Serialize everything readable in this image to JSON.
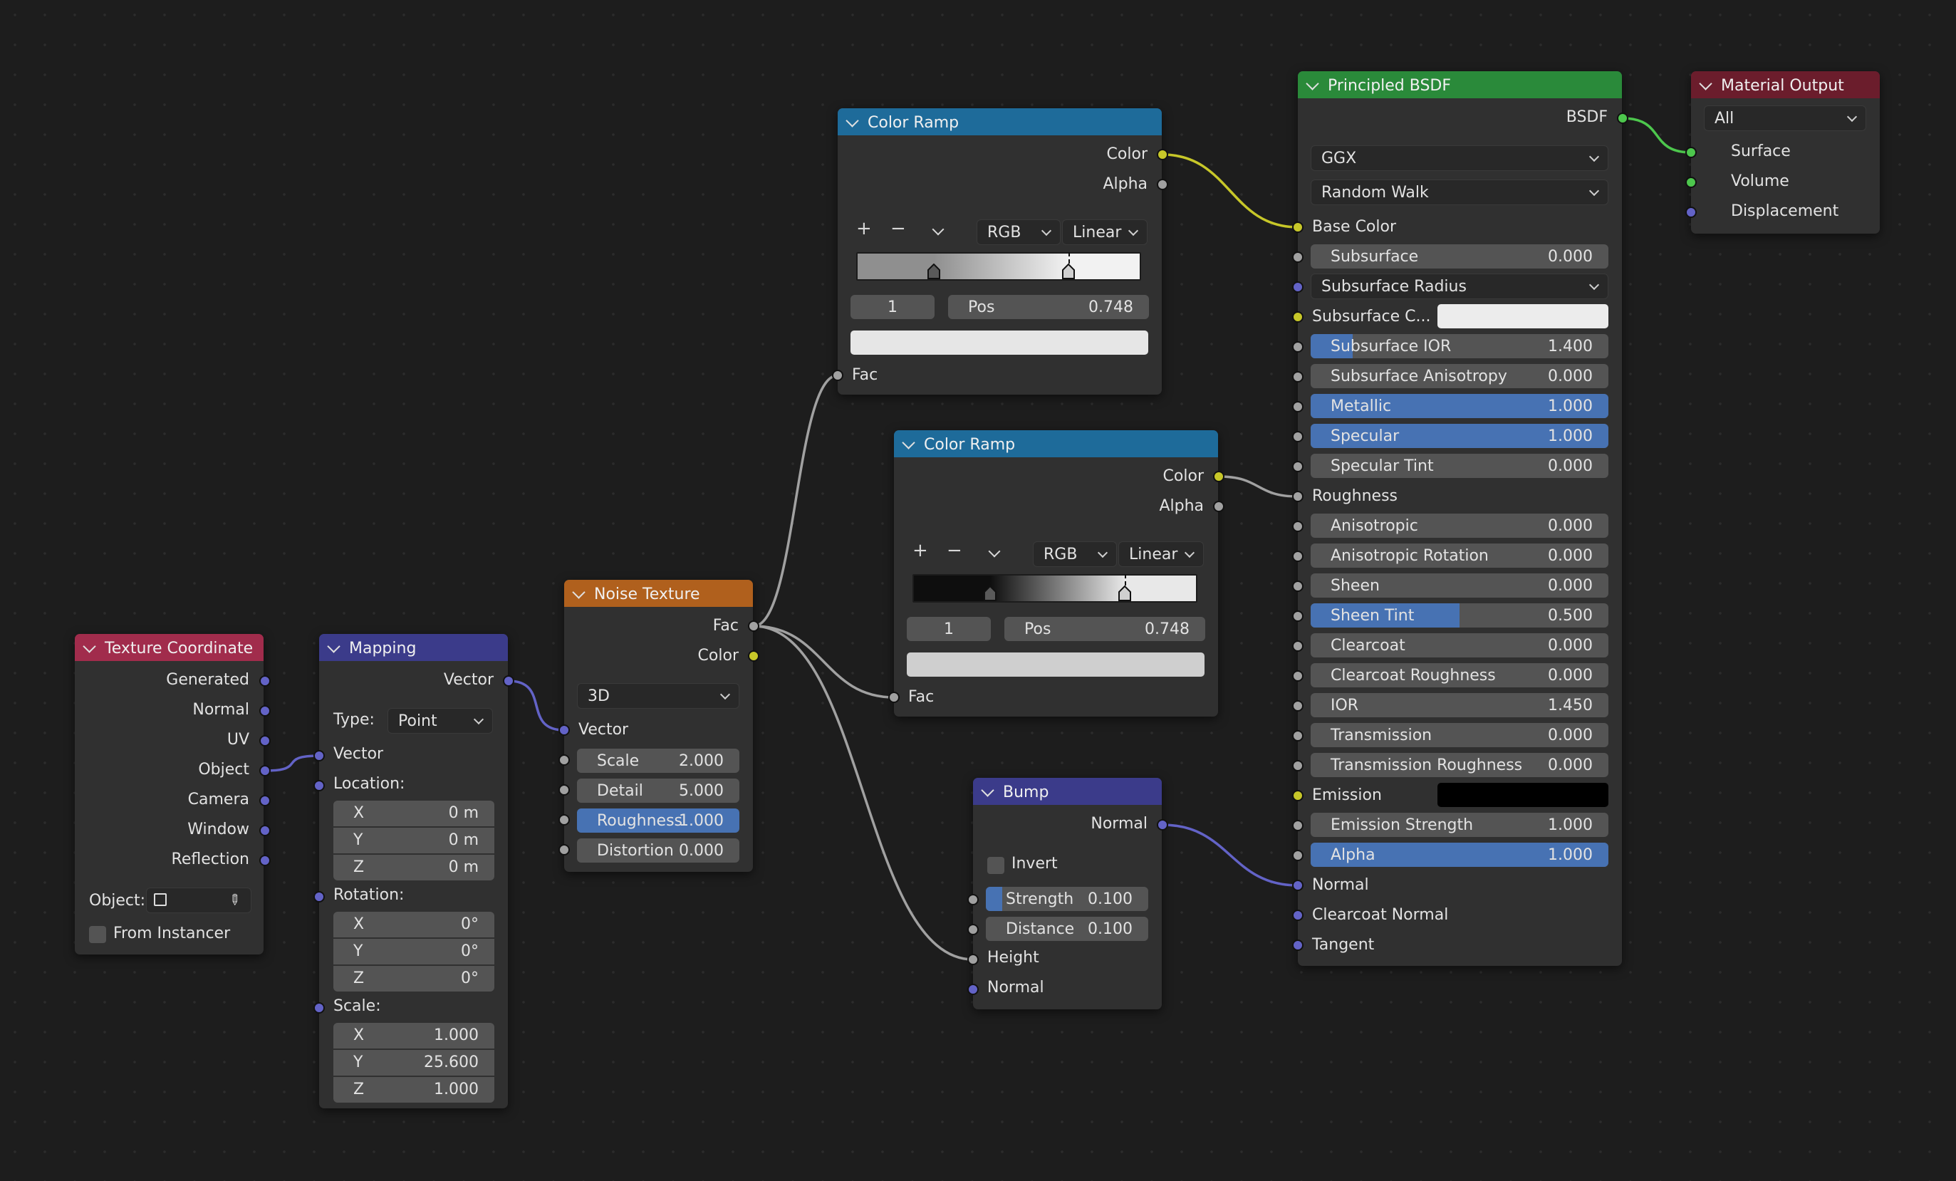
{
  "texture_coordinate": {
    "title": "Texture Coordinate",
    "outputs": [
      "Generated",
      "Normal",
      "UV",
      "Object",
      "Camera",
      "Window",
      "Reflection"
    ],
    "object_label": "Object:",
    "from_instancer": "From Instancer"
  },
  "mapping": {
    "title": "Mapping",
    "output": "Vector",
    "type_label": "Type:",
    "type_value": "Point",
    "vector_input": "Vector",
    "location_label": "Location:",
    "location": [
      {
        "axis": "X",
        "value": "0 m"
      },
      {
        "axis": "Y",
        "value": "0 m"
      },
      {
        "axis": "Z",
        "value": "0 m"
      }
    ],
    "rotation_label": "Rotation:",
    "rotation": [
      {
        "axis": "X",
        "value": "0°"
      },
      {
        "axis": "Y",
        "value": "0°"
      },
      {
        "axis": "Z",
        "value": "0°"
      }
    ],
    "scale_label": "Scale:",
    "scale": [
      {
        "axis": "X",
        "value": "1.000"
      },
      {
        "axis": "Y",
        "value": "25.600"
      },
      {
        "axis": "Z",
        "value": "1.000"
      }
    ]
  },
  "noise": {
    "title": "Noise Texture",
    "out_fac": "Fac",
    "out_color": "Color",
    "dimensions": "3D",
    "vector_input": "Vector",
    "fields": [
      {
        "label": "Scale",
        "value": "2.000"
      },
      {
        "label": "Detail",
        "value": "5.000"
      },
      {
        "label": "Roughness",
        "value": "1.000"
      },
      {
        "label": "Distortion",
        "value": "0.000"
      }
    ]
  },
  "ramp1": {
    "title": "Color Ramp",
    "out_color": "Color",
    "out_alpha": "Alpha",
    "add": "+",
    "remove": "−",
    "color_mode": "RGB",
    "interpolation": "Linear",
    "stop_index": "1",
    "pos_label": "Pos",
    "pos_value": "0.748",
    "input": "Fac",
    "stops": [
      0.27,
      0.748
    ],
    "start_color": "#8f8f8f",
    "end_color": "#f2f2f2",
    "swatch": "#e6e6e6"
  },
  "ramp2": {
    "title": "Color Ramp",
    "out_color": "Color",
    "out_alpha": "Alpha",
    "add": "+",
    "remove": "−",
    "color_mode": "RGB",
    "interpolation": "Linear",
    "stop_index": "1",
    "pos_label": "Pos",
    "pos_value": "0.748",
    "input": "Fac",
    "stops": [
      0.27,
      0.748
    ],
    "start_color": "#0e0e0e",
    "end_color": "#e8e8e8",
    "swatch": "#cfcfcf"
  },
  "bump": {
    "title": "Bump",
    "out_normal": "Normal",
    "invert": "Invert",
    "strength_label": "Strength",
    "strength_value": "0.100",
    "strength_fraction": 0.1,
    "distance_label": "Distance",
    "distance_value": "0.100",
    "in_height": "Height",
    "in_normal": "Normal"
  },
  "bsdf": {
    "title": "Principled BSDF",
    "output": "BSDF",
    "distribution": "GGX",
    "subsurface_method": "Random Walk",
    "base_color": "Base Color",
    "subsurface": {
      "label": "Subsurface",
      "value": "0.000"
    },
    "subsurface_radius": "Subsurface Radius",
    "subsurface_color": "Subsurface C...",
    "subsurface_color_value": "#ececec",
    "fields_a": [
      {
        "label": "Subsurface IOR",
        "value": "1.400",
        "fill": 0.14
      },
      {
        "label": "Subsurface Anisotropy",
        "value": "0.000",
        "fill": 0
      },
      {
        "label": "Metallic",
        "value": "1.000",
        "fill": 1
      },
      {
        "label": "Specular",
        "value": "1.000",
        "fill": 1
      },
      {
        "label": "Specular Tint",
        "value": "0.000",
        "fill": 0
      }
    ],
    "roughness": "Roughness",
    "fields_b": [
      {
        "label": "Anisotropic",
        "value": "0.000",
        "fill": 0
      },
      {
        "label": "Anisotropic Rotation",
        "value": "0.000",
        "fill": 0
      },
      {
        "label": "Sheen",
        "value": "0.000",
        "fill": 0
      },
      {
        "label": "Sheen Tint",
        "value": "0.500",
        "fill": 0.5
      },
      {
        "label": "Clearcoat",
        "value": "0.000",
        "fill": 0
      },
      {
        "label": "Clearcoat Roughness",
        "value": "0.000",
        "fill": 0
      },
      {
        "label": "IOR",
        "value": "1.450",
        "fill": 0
      },
      {
        "label": "Transmission",
        "value": "0.000",
        "fill": 0
      },
      {
        "label": "Transmission Roughness",
        "value": "0.000",
        "fill": 0
      }
    ],
    "emission": "Emission",
    "emission_color": "#000000",
    "fields_c": [
      {
        "label": "Emission Strength",
        "value": "1.000",
        "fill": 0
      },
      {
        "label": "Alpha",
        "value": "1.000",
        "fill": 1
      }
    ],
    "inputs_end": [
      "Normal",
      "Clearcoat Normal",
      "Tangent"
    ]
  },
  "output": {
    "title": "Material Output",
    "target": "All",
    "inputs": [
      "Surface",
      "Volume",
      "Displacement"
    ]
  },
  "colors": {
    "input_header": "#a12c4c",
    "vector_header": "#3b3b8a",
    "texture_header": "#b0601d",
    "converter_header": "#1e6b9a",
    "shader_header": "#2a8a3a",
    "output_header": "#6b1d2c",
    "wire_vector": "#6363c7",
    "wire_float": "#a1a1a1",
    "wire_color": "#c7c729",
    "wire_shader": "#4dc74d"
  }
}
